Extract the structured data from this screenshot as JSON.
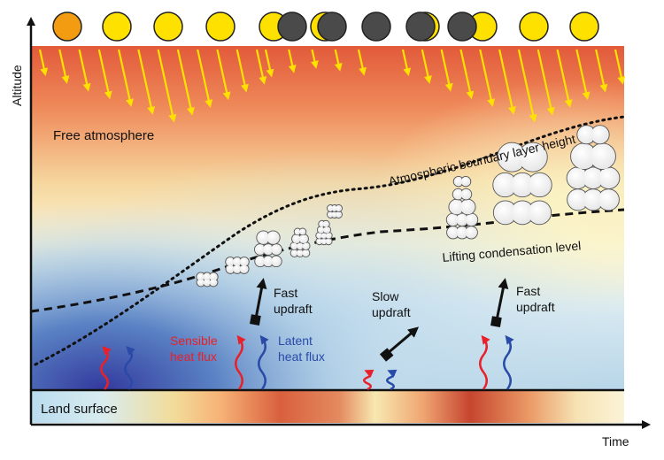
{
  "axes": {
    "y_label": "Altitude",
    "x_label": "Time"
  },
  "labels": {
    "free_atmosphere": "Free atmosphere",
    "abl_height": "Atmospheric boundary layer height",
    "lcl": "Lifting condensation level",
    "land_surface": "Land surface",
    "fast_updraft_1": [
      "Fast",
      "updraft"
    ],
    "slow_updraft": [
      "Slow",
      "updraft"
    ],
    "fast_updraft_2": [
      "Fast",
      "updraft"
    ],
    "sensible_heat_flux": [
      "Sensible",
      "heat flux"
    ],
    "latent_heat_flux": [
      "Latent",
      "heat flux"
    ]
  },
  "colors": {
    "sensible": "#e8202a",
    "latent": "#2a4aa8",
    "sun": "#ffe100",
    "sun_orange": "#f39c12",
    "moon": "#4a4a4a",
    "sun_ray": "#ffe100"
  },
  "icons": {
    "sun": "sun-icon",
    "moon": "moon-icon",
    "cloud": "cloud-icon",
    "updraft": "updraft-arrow-icon",
    "flux": "wavy-arrow-icon"
  }
}
